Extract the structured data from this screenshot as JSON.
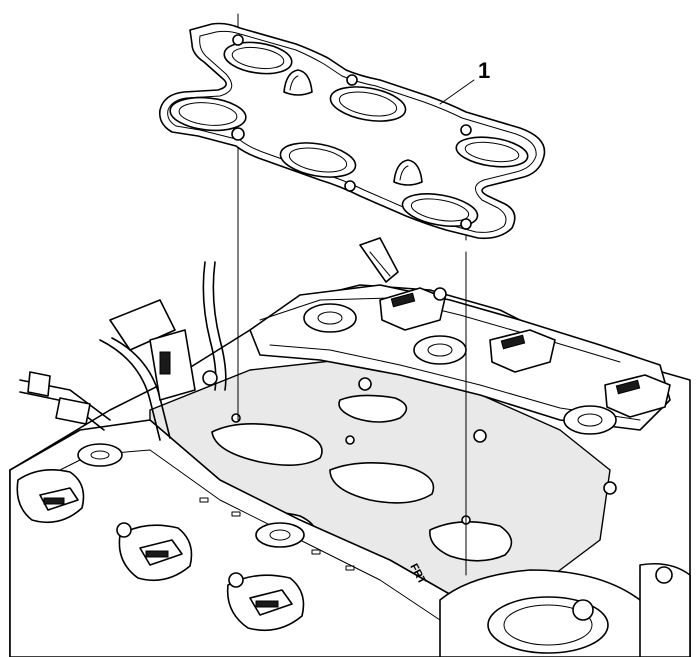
{
  "diagram": {
    "callouts": [
      {
        "id": "1",
        "label": "1"
      }
    ],
    "engine_markings": {
      "front_indicator": "FRT"
    },
    "colors": {
      "line": "#000000",
      "background": "#ffffff",
      "shade": "#e9e9e9",
      "dark_part": "#1a1a1a"
    }
  }
}
